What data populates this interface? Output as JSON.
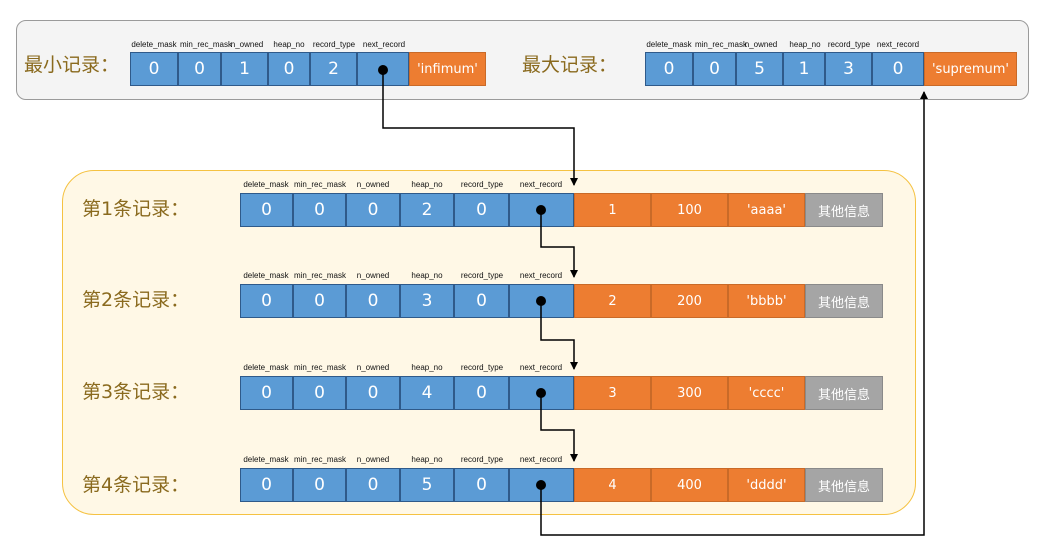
{
  "field_headers": [
    "delete_mask",
    "min_rec_mask",
    "n_owned",
    "heap_no",
    "record_type",
    "next_record"
  ],
  "infimum": {
    "label": "最小记录：",
    "values": [
      "0",
      "0",
      "1",
      "0",
      "2"
    ],
    "name_value": "'infimum'"
  },
  "supremum": {
    "label": "最大记录：",
    "values": [
      "0",
      "0",
      "5",
      "1",
      "3",
      "0"
    ],
    "name_value": "'supremum'"
  },
  "records": [
    {
      "label": "第1条记录：",
      "values": [
        "0",
        "0",
        "0",
        "2",
        "0"
      ],
      "data": [
        "1",
        "100",
        "'aaaa'"
      ],
      "other": "其他信息"
    },
    {
      "label": "第2条记录：",
      "values": [
        "0",
        "0",
        "0",
        "3",
        "0"
      ],
      "data": [
        "2",
        "200",
        "'bbbb'"
      ],
      "other": "其他信息"
    },
    {
      "label": "第3条记录：",
      "values": [
        "0",
        "0",
        "0",
        "4",
        "0"
      ],
      "data": [
        "3",
        "300",
        "'cccc'"
      ],
      "other": "其他信息"
    },
    {
      "label": "第4条记录：",
      "values": [
        "0",
        "0",
        "0",
        "5",
        "0"
      ],
      "data": [
        "4",
        "400",
        "'dddd'"
      ],
      "other": "其他信息"
    }
  ]
}
